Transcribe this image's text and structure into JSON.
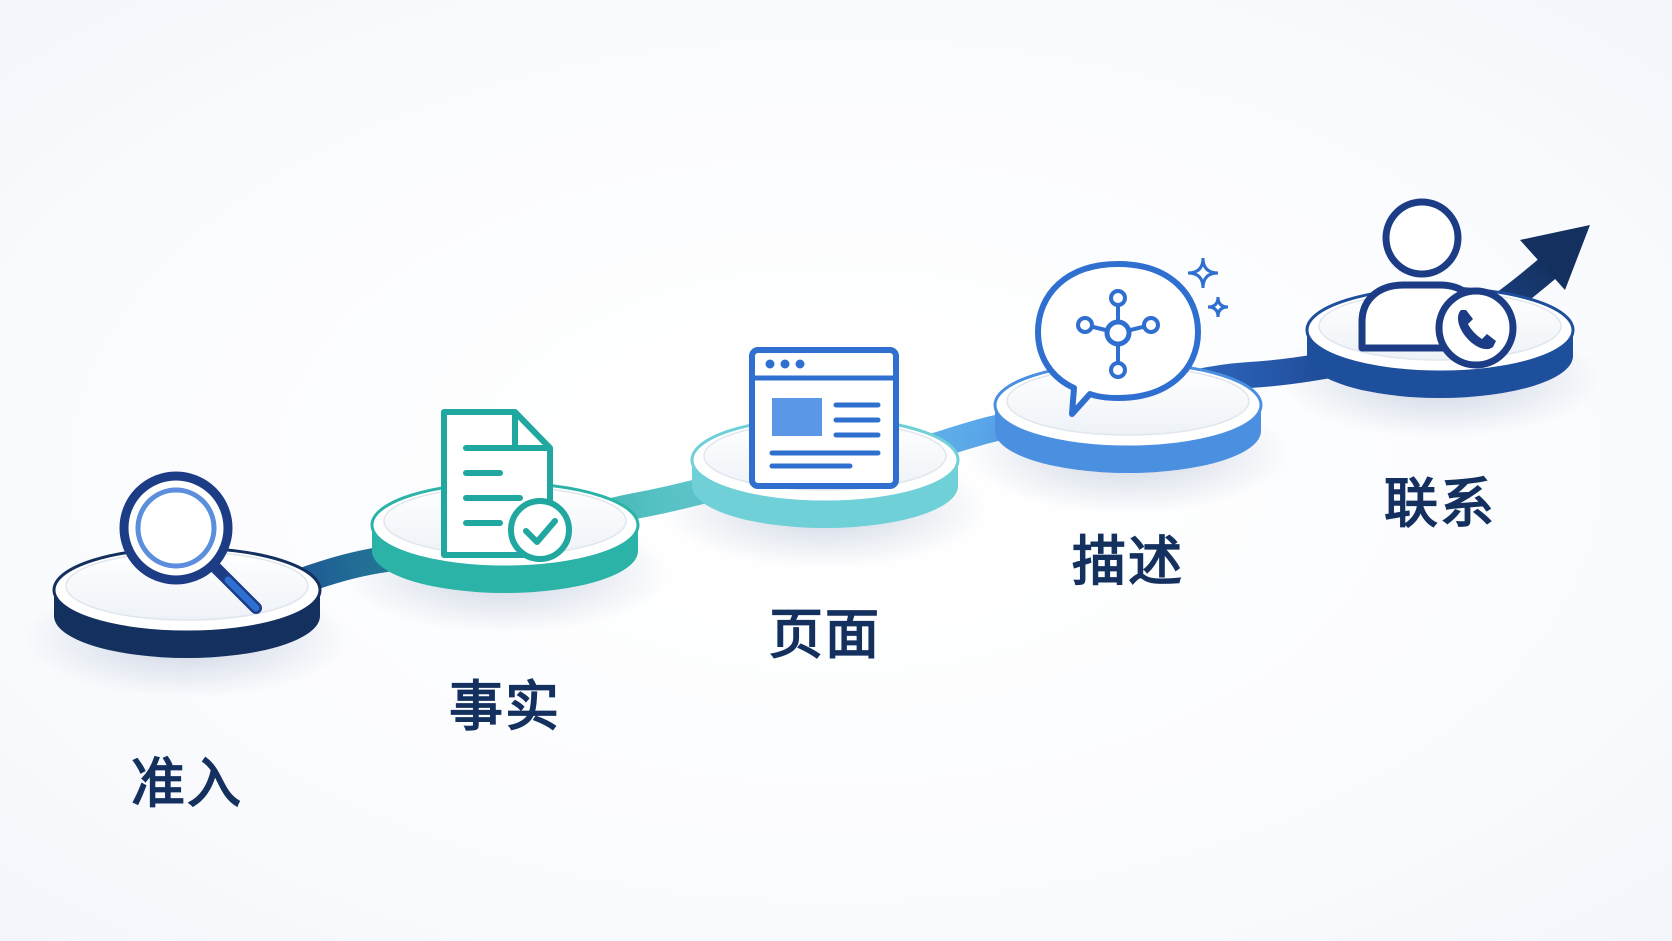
{
  "steps": [
    {
      "label": "准入",
      "icon": "magnifier-icon"
    },
    {
      "label": "事实",
      "icon": "document-check-icon"
    },
    {
      "label": "页面",
      "icon": "webpage-icon"
    },
    {
      "label": "描述",
      "icon": "chat-network-icon"
    },
    {
      "label": "联系",
      "icon": "contact-phone-icon"
    }
  ],
  "colors": {
    "navy": "#14305f",
    "blue": "#1e4f9c",
    "teal": "#2ab3a6",
    "light_teal": "#6fd0d8",
    "sky": "#4a8fe0",
    "icon_blue": "#2f6fd0",
    "icon_navy": "#1c3d86",
    "icon_teal": "#1fa7a0"
  }
}
